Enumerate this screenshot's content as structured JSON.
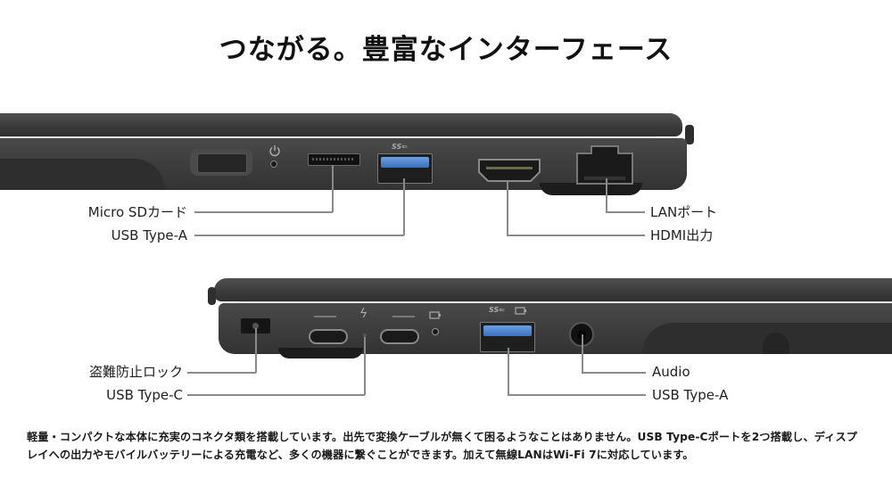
{
  "title": "つながる。豊富なインターフェース",
  "top_view": {
    "labels": {
      "micro_sd": "Micro SDカード",
      "usb_type_a": "USB Type-A",
      "lan_port": "LANポート",
      "hdmi": "HDMI出力"
    },
    "icons": {
      "power": "power-icon",
      "superspeed_usb": "SS⇐"
    }
  },
  "bottom_view": {
    "labels": {
      "security_lock": "盗難防止ロック",
      "usb_type_c": "USB Type-C",
      "audio": "Audio",
      "usb_type_a": "USB Type-A"
    },
    "icons": {
      "thunderbolt": "ϟ",
      "battery": "battery-icon",
      "superspeed_usb": "SS⇐"
    }
  },
  "colors": {
    "chassis": "#3d3d3d",
    "usb_blue": "#4a86d0",
    "leader_line": "#8a8a8a"
  },
  "description": {
    "line1": "軽量・コンパクトな本体に充実のコネクタ類を搭載しています。出先で変換ケーブルが無くて困るようなことはありません。USB Type-Cポートを2つ搭載し、ディスプ",
    "line2": "レイへの出力やモバイルバッテリーによる充電など、多くの機器に繋ぐことができます。加えて無線LANはWi-Fi 7に対応しています。"
  }
}
